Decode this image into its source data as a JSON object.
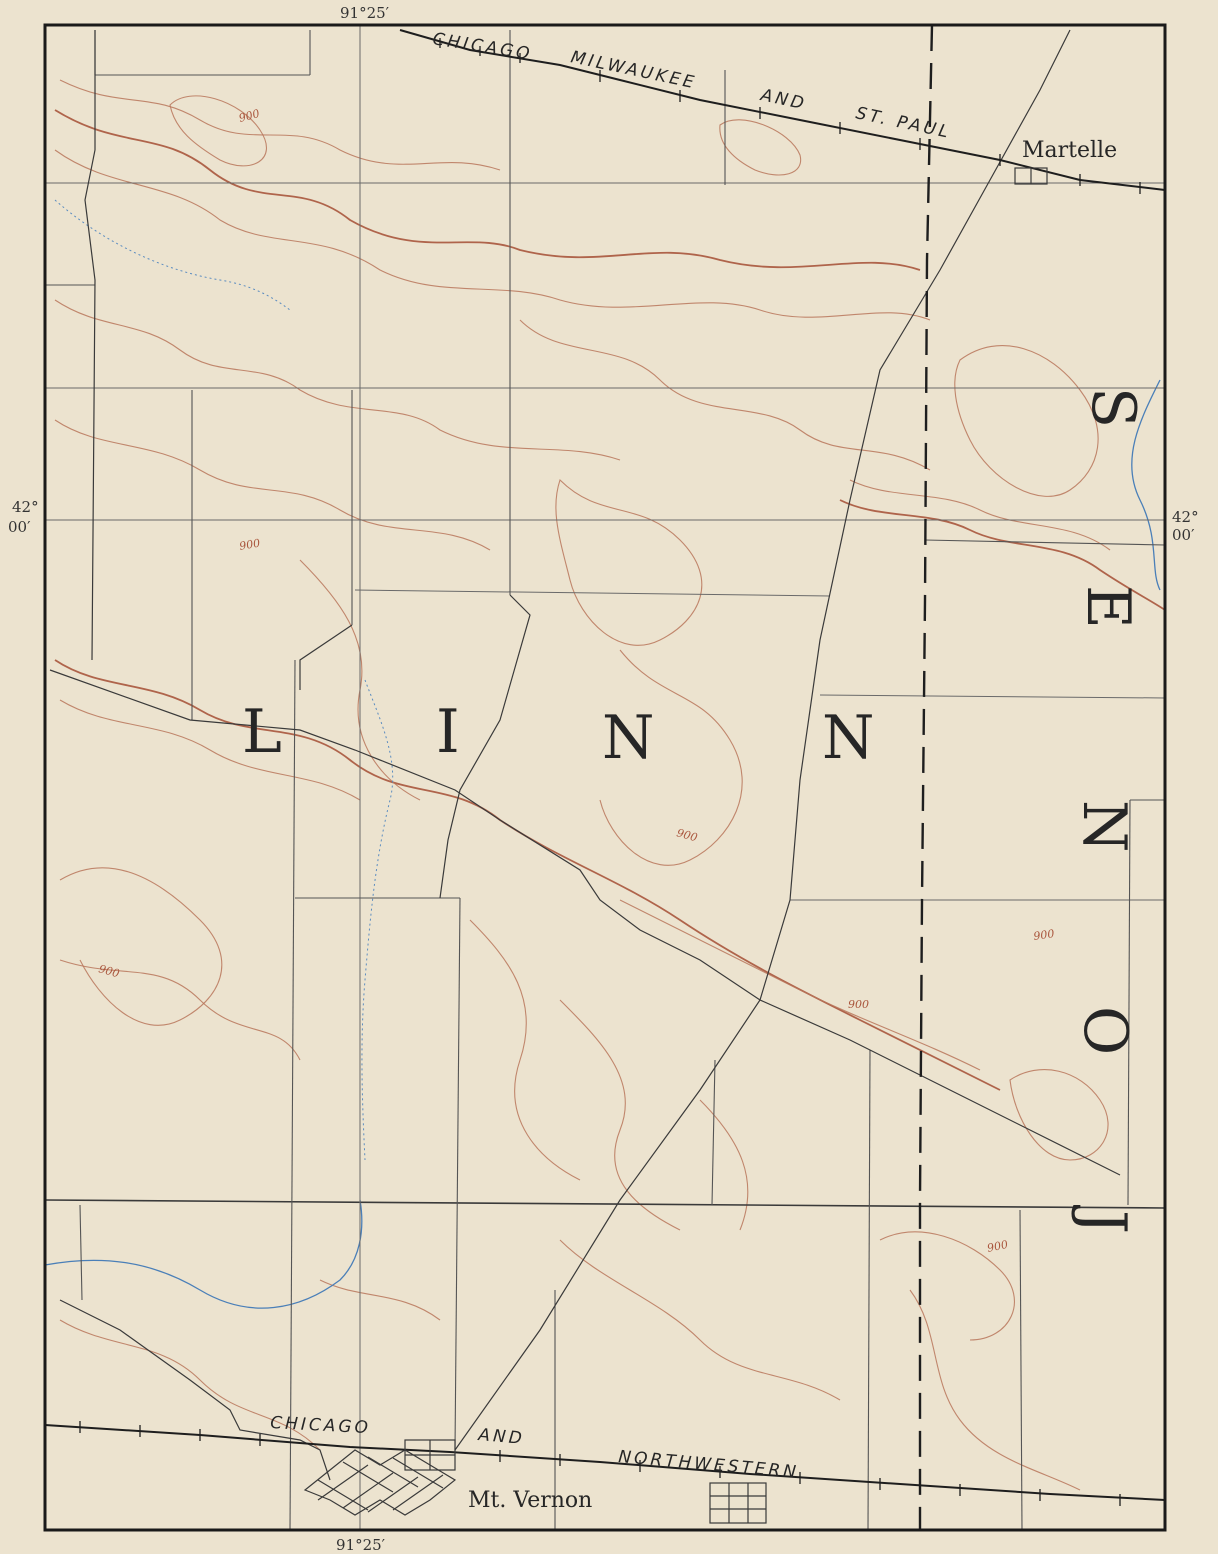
{
  "coordinates": {
    "top_longitude": "91°25′",
    "bottom_longitude": "91°25′",
    "left_latitude_deg": "42°",
    "left_latitude_min": "00′",
    "right_latitude_deg": "42°",
    "right_latitude_min": "00′"
  },
  "railroads": {
    "north": [
      "CHICAGO",
      "MILWAUKEE",
      "AND",
      "ST. PAUL"
    ],
    "south": [
      "CHICAGO",
      "AND",
      "NORTHWESTERN"
    ]
  },
  "counties": {
    "linn": [
      "L",
      "I",
      "N",
      "N"
    ],
    "jones": [
      "S",
      "E",
      "N",
      "O",
      "J"
    ]
  },
  "towns": {
    "martelle": "Martelle",
    "mt_vernon": "Mt. Vernon"
  },
  "elevation_labels": [
    "900",
    "900",
    "900",
    "900",
    "900",
    "900",
    "900"
  ],
  "colors": {
    "paper": "#ece3cf",
    "contour": "#b9765a",
    "water": "#4a7fb8",
    "linework": "#3a3a3a"
  }
}
